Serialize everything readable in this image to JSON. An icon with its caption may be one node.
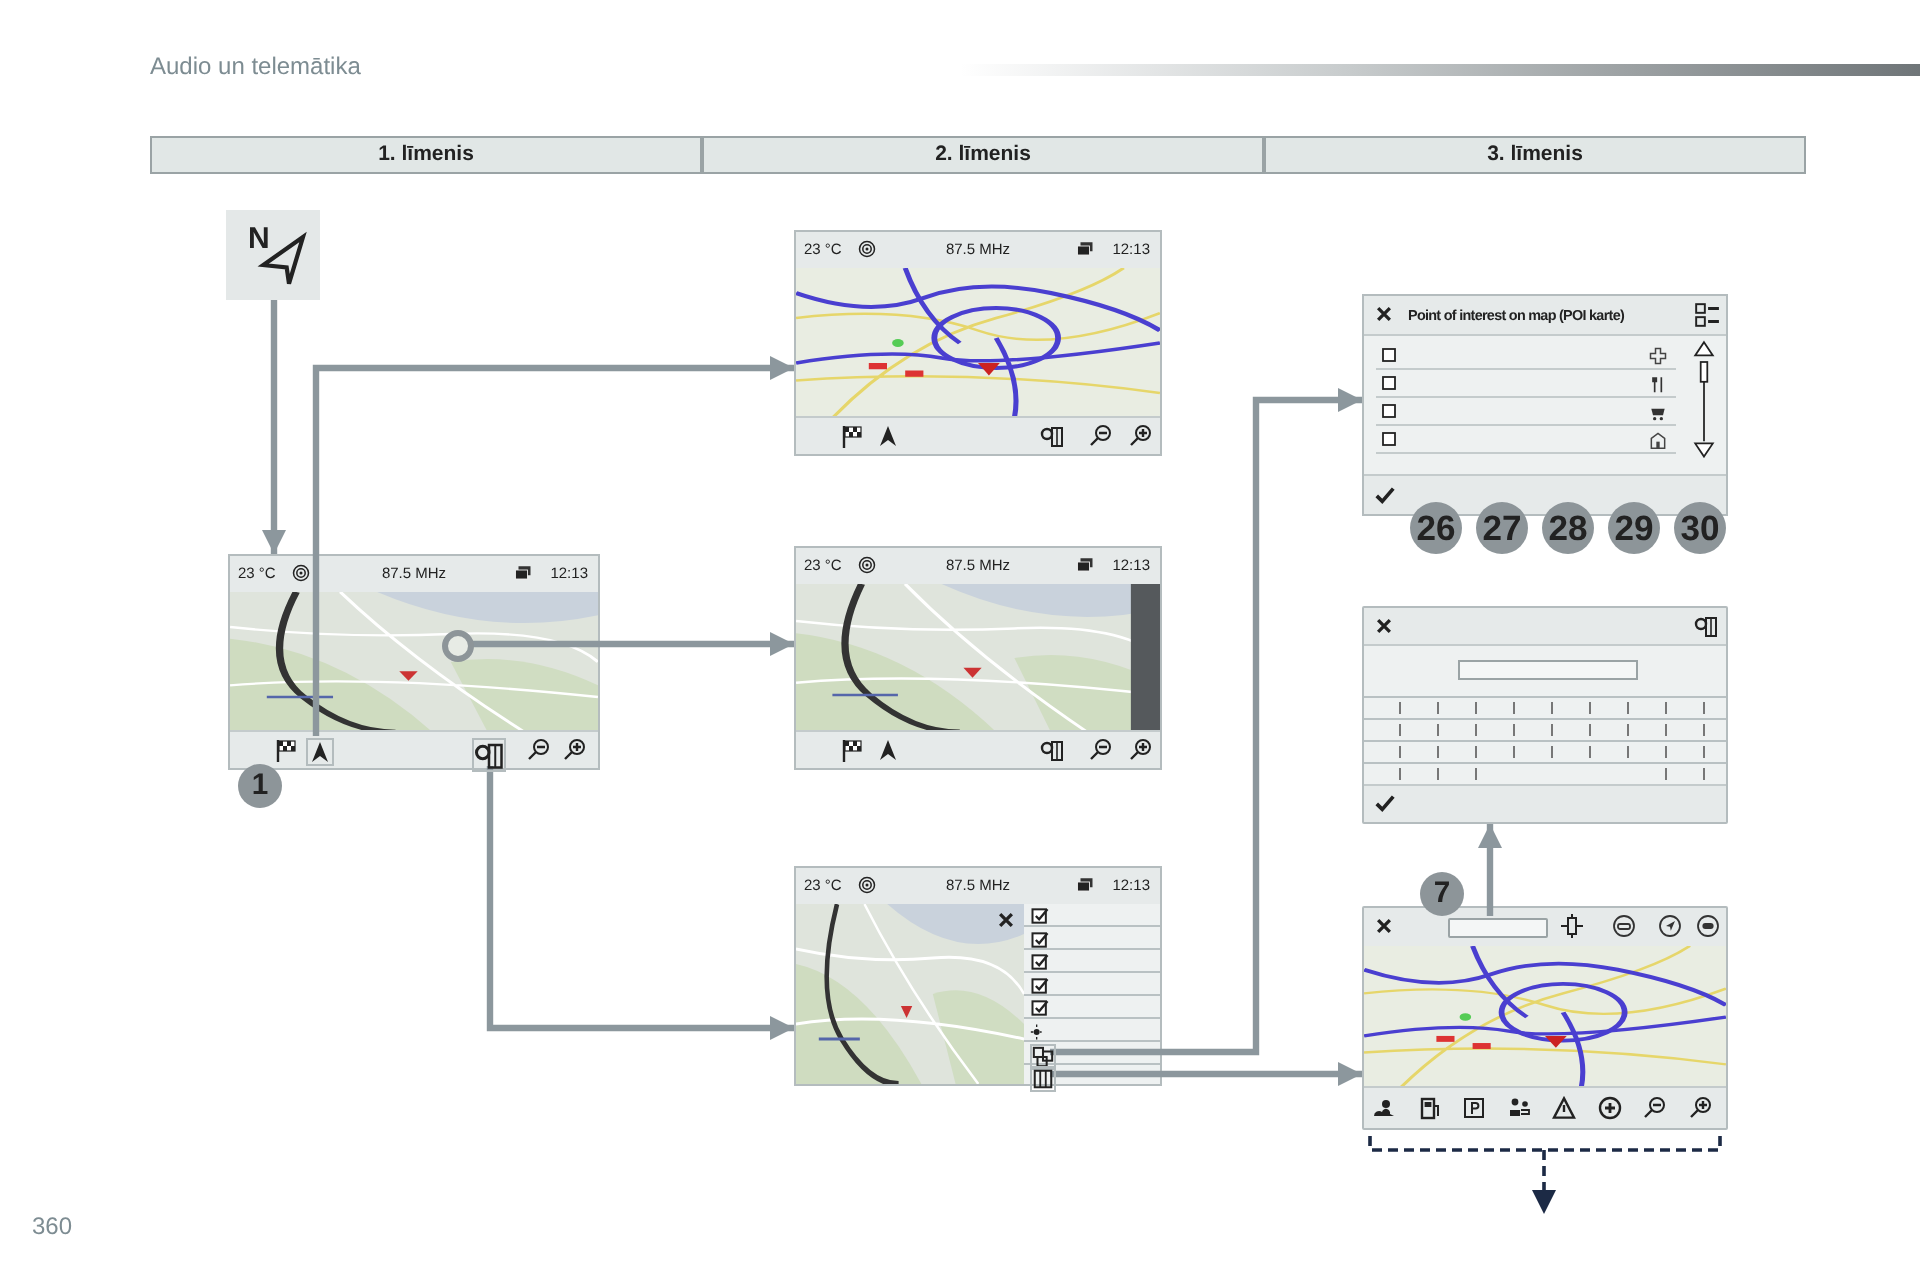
{
  "diagram": {
    "title": "Audio un telemātika",
    "nodes": [
      {
        "text": [
          "N"
        ]
      },
      {
        "text": [
          "23 °C",
          "87.5 MHz",
          "12:13"
        ]
      },
      {
        "text": [],
        "shape": "icon",
        "in": 1
      },
      {
        "text": [],
        "shape": "circle",
        "in": 1
      },
      {
        "text": [],
        "shape": "icon",
        "in": 1
      },
      {
        "text": [
          "23 °C",
          "87.5 MHz",
          "12:13"
        ]
      },
      {
        "text": [
          "23 °C",
          "87.5 MHz",
          "12:13"
        ]
      },
      {
        "text": [
          "23 °C",
          "87.5 MHz",
          "12:13"
        ]
      },
      {
        "text": [],
        "shape": "icon",
        "in": 7
      },
      {
        "text": [],
        "shape": "icon",
        "in": 7
      },
      {
        "text": [
          "Point of interest on map (POI karte)"
        ]
      },
      {
        "text": [],
        "shape": "box"
      },
      {
        "text": [],
        "shape": "box"
      },
      {
        "text": [],
        "shape": "box",
        "in": 12
      }
    ],
    "edges": [
      {
        "from": 0,
        "to": 1,
        "arrow": "to"
      },
      {
        "from": 2,
        "to": 5,
        "arrow": "to"
      },
      {
        "from": 3,
        "to": 6,
        "arrow": "to"
      },
      {
        "from": 4,
        "to": 7,
        "arrow": "to"
      },
      {
        "from": 8,
        "to": 10,
        "arrow": "to"
      },
      {
        "from": 9,
        "to": 12,
        "arrow": "to"
      },
      {
        "from": 13,
        "to": 11,
        "arrow": "to"
      },
      {
        "from": 12,
        "to": null,
        "arrow": "to",
        "style": "dashed",
        "color": "#1c2a45"
      }
    ],
    "labels": [
      "1. līmenis",
      "2. līmenis",
      "3. līmenis",
      "1",
      "26",
      "27",
      "28",
      "29",
      "30",
      "7",
      "360"
    ]
  }
}
